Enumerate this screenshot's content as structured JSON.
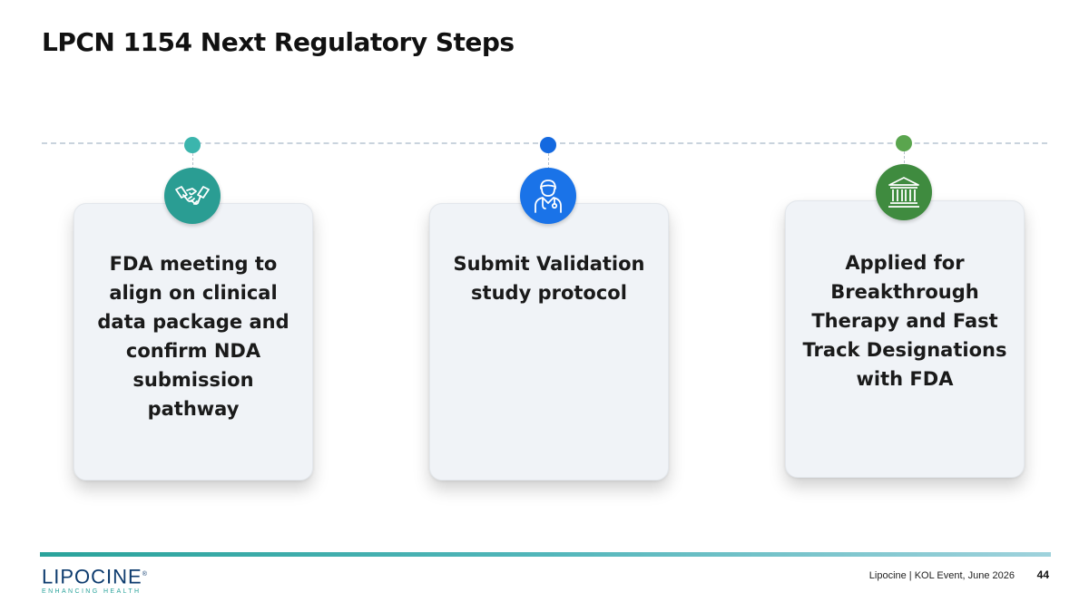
{
  "title": "LPCN 1154 Next Regulatory Steps",
  "colors": {
    "teal": "#2aa39b",
    "blue": "#1a73e8",
    "green": "#3f8b3f",
    "node_teal": "#3bb5ad",
    "node_blue": "#1469e0",
    "node_green": "#5aa54e"
  },
  "steps": [
    {
      "text": "FDA meeting to align on clinical data package and confirm NDA submission pathway",
      "icon": "handshake-icon"
    },
    {
      "text": "Submit Validation study protocol",
      "icon": "doctor-icon"
    },
    {
      "text": "Applied for Breakthrough Therapy and Fast Track Designations with FDA",
      "icon": "government-building-icon"
    }
  ],
  "footer": {
    "logo_name": "LIPOCINE",
    "logo_mark": "®",
    "logo_tagline": "ENHANCING HEALTH",
    "caption": "Lipocine | KOL Event, June 2026",
    "page_number": "44"
  }
}
